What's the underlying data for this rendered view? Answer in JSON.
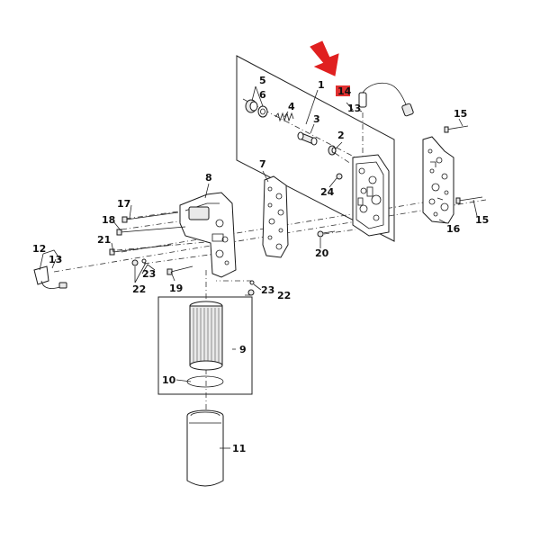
{
  "diagram": {
    "highlight_color": "#e03030",
    "arrow_color": "#e02020",
    "highlighted_callout": "14",
    "callouts": {
      "c1": "1",
      "c2": "2",
      "c3": "3",
      "c4": "4",
      "c5": "5",
      "c6": "6",
      "c7": "7",
      "c8": "8",
      "c9": "9",
      "c10": "10",
      "c11": "11",
      "c12": "12",
      "c13a": "13",
      "c13b": "13",
      "c14": "14",
      "c15a": "15",
      "c15b": "15",
      "c16": "16",
      "c17": "17",
      "c18": "18",
      "c19": "19",
      "c20": "20",
      "c21": "21",
      "c22a": "22",
      "c22b": "22",
      "c23a": "23",
      "c23b": "23",
      "c24": "24"
    }
  }
}
